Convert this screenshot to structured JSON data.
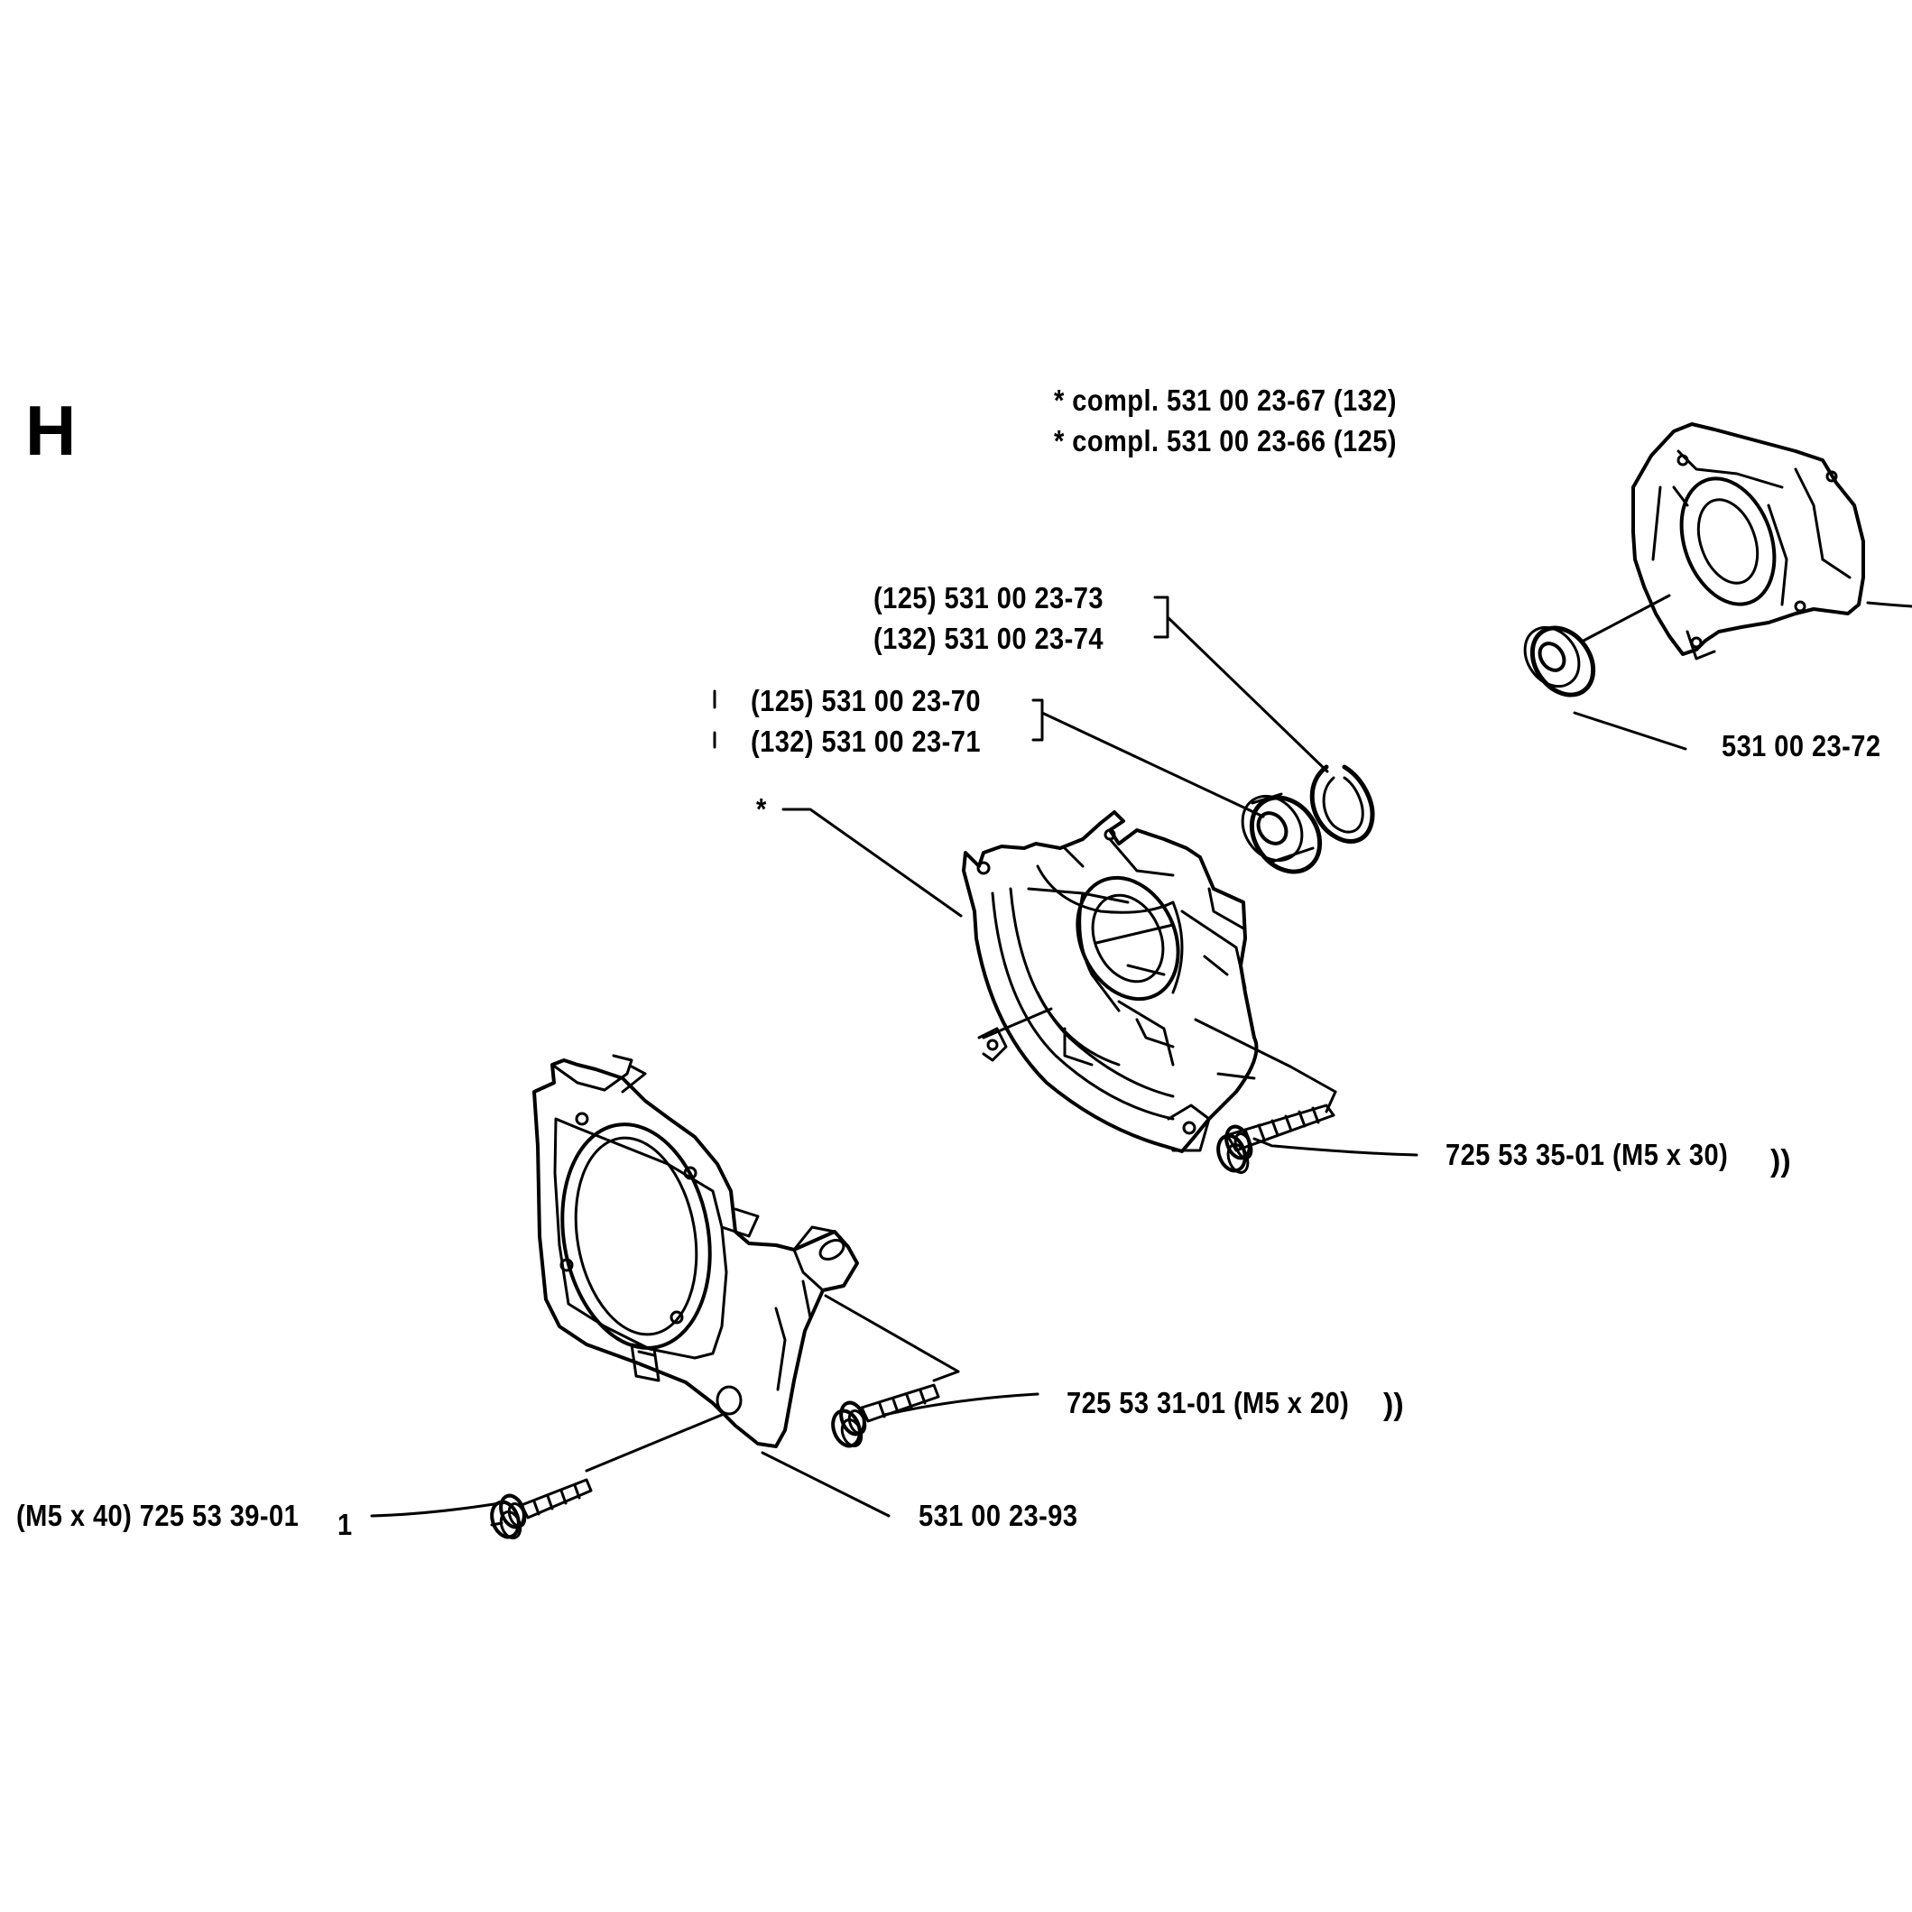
{
  "section": "H",
  "notes": {
    "compl_132": "*  compl. 531 00 23-67 (132)",
    "compl_125": "*  compl. 531 00 23-66 (125)"
  },
  "callouts": {
    "circlip_125": "(125) 531 00 23-73",
    "circlip_132": "(132) 531 00 23-74",
    "bearing_125": "(125) 531 00 23-70",
    "bearing_132": "(132) 531 00 23-71",
    "crankcase_star": "*",
    "bearing_right": "531 00 23-72",
    "screw_m5x30": "725 53 35-01 (M5 x 30)",
    "screw_m5x20": "725 53 31-01 (M5 x 20)",
    "screw_m5x40": "(M5 x 40) 725 53 39-01",
    "screw_m5x40_qty": "1",
    "cover": "531 00 23-93"
  },
  "icons": {
    "crankcase_left_half": "crankcase-half-drawing",
    "crankcase_right_half": "crankcase-right-half-drawing",
    "starter_cover": "starter-housing-drawing",
    "bearing": "ball-bearing-drawing",
    "circlip": "circlip-drawing",
    "screw": "screw-drawing"
  }
}
